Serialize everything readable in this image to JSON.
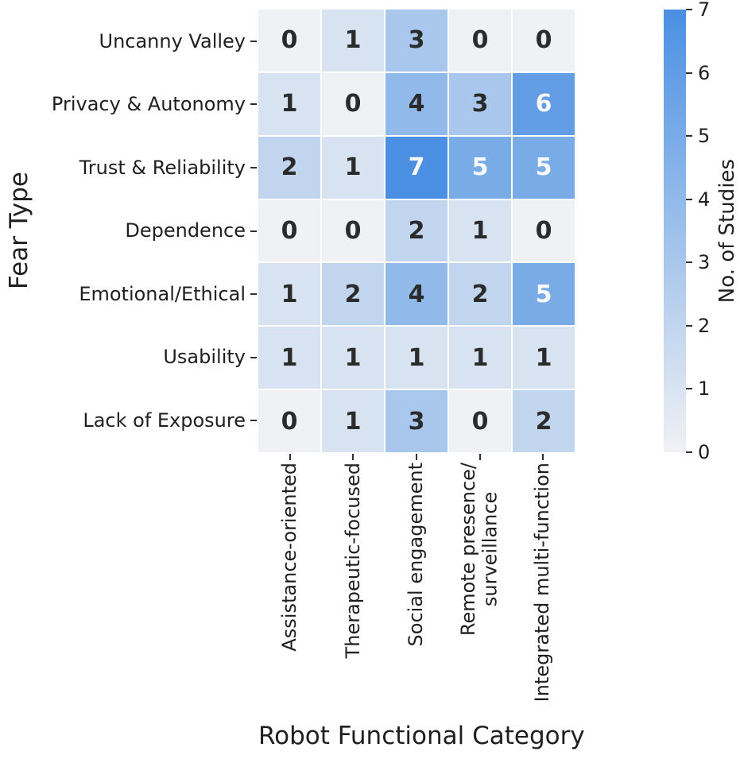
{
  "figure": {
    "background": "#ffffff",
    "text_color": "#1f1f1f",
    "tick_color": "#2f2f2f"
  },
  "chart_data": {
    "type": "heatmap",
    "title": "",
    "xlabel": "Robot Functional Category",
    "ylabel": "Fear Type",
    "x_categories": [
      "Assistance-oriented",
      "Therapeutic-focused",
      "Social engagement",
      "Remote presence/\nsurveillance",
      "Integrated multi-function"
    ],
    "y_categories": [
      "Uncanny Valley",
      "Privacy & Autonomy",
      "Trust & Reliability",
      "Dependence",
      "Emotional/Ethical",
      "Usability",
      "Lack of Exposure"
    ],
    "values": [
      [
        0,
        1,
        3,
        0,
        0
      ],
      [
        1,
        0,
        4,
        3,
        6
      ],
      [
        2,
        1,
        7,
        5,
        5
      ],
      [
        0,
        0,
        2,
        1,
        0
      ],
      [
        1,
        2,
        4,
        2,
        5
      ],
      [
        1,
        1,
        1,
        1,
        1
      ],
      [
        0,
        1,
        3,
        0,
        2
      ]
    ],
    "annotated": true,
    "vmin": 0,
    "vmax": 7,
    "colorbar_label": "No. of Studies",
    "colorbar_ticks": [
      0,
      1,
      2,
      3,
      4,
      5,
      6,
      7
    ],
    "palette": [
      "#f0f1f4",
      "#d8e3f1",
      "#c1d5ef",
      "#a9c7ec",
      "#91b9ea",
      "#79abe7",
      "#629de5",
      "#4a8fe2"
    ],
    "dark_text": "#2b2b2b",
    "light_text": "#f8fafd",
    "light_text_threshold": 5,
    "legend_position": "right-colorbar",
    "grid": false
  }
}
